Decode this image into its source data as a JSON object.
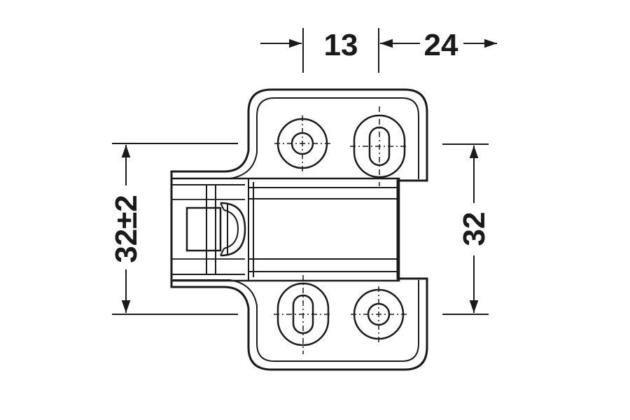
{
  "dimensions": {
    "hole_offset": "13",
    "hole_spacing_horizontal": "24",
    "mounting_height_left": "32±2",
    "hole_spacing_vertical": "32"
  },
  "colors": {
    "line": "#1a1a1a",
    "background": "#ffffff"
  }
}
